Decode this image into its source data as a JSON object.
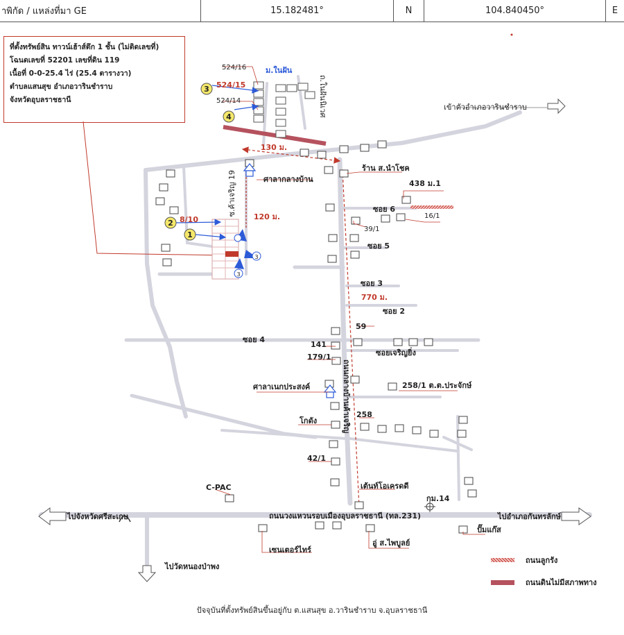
{
  "header": {
    "source_label": "าพิกัด / แหล่งที่มา  GE",
    "latitude": "15.182481°",
    "lat_dir": "N",
    "longitude": "104.840450°",
    "lon_dir": "E"
  },
  "info": {
    "line1": "ที่ตั้งทรัพย์สิน  ทาวน์เฮ้าส์ตึก 1 ชั้น (ไม่ติดเลขที่)",
    "line2": "โฉนดเลขที่  52201    เลขที่ดิน  119",
    "line3": "เนื้อที่  0-0-25.4 ไร่  (25.4  ตารางวา)",
    "line4": "ตำบลแสนสุข   อำเภอวารินชำราบ",
    "line5": "จังหวัดอุบลราชธานี"
  },
  "labels": {
    "to_town": "เข้าตัวอำเภอวารินชำราบ",
    "moo_village": "ม.ในฝัน",
    "house_52416": "524/16",
    "house_52415": "524/15",
    "house_52414": "524/14",
    "street_vertical": "ถ.ในฝันนิเวศ",
    "dist_130": "130 ม.",
    "dist_120": "120 ม.",
    "dist_770": "770 ม.",
    "soi_charoen19": "ซ.ค้าเจริญ 19",
    "sala_klang": "ศาลากลางบ้าน",
    "shop_name": "ร้าน ส.นำโชค",
    "house_438": "438 ม.1",
    "soi6": "ซอย 6",
    "house_391": "39/1",
    "house_161": "16/1",
    "soi5": "ซอย 5",
    "soi3": "ซอย 3",
    "soi2": "ซอย 2",
    "soi4": "ซอย 4",
    "house_810": "8/10",
    "house_59": "59",
    "house_141": "141",
    "house_1791": "179/1",
    "soi_charoenying": "ซอยเจริญยิ่ง",
    "sala_anek": "ศาลาเนกประสงค์",
    "house_2581": "258/1 ต.ต.ประจักษ์",
    "main_road": "ถนนกลางบ้านค้าเจริญ",
    "kodang": "โกดัง",
    "house_258": "258",
    "house_421": "42/1",
    "cpac": "C-PAC",
    "tent": "เต้นท์โอเครดดี",
    "km14": "กม.14",
    "ring_road": "ถนนวงแหวนรอบเมืองอุบลราชธานี (ทล.231)",
    "to_sisaket": "ไปจังหวัดศรีสะเกษ",
    "to_kanthararak": "ไปอำเภอกันทรลักษ์",
    "central": "เซนเตอร์ไทร์",
    "garage": "อู่ ส.ไพบูลย์",
    "gas": "ปั๊มแก๊ส",
    "to_wat": "ไปวัดหนองป่าพง",
    "m1": "1",
    "m2": "2",
    "m3": "3",
    "m4": "4"
  },
  "legend": {
    "gravel_road": "ถนนลูกรัง",
    "dirt_road": "ถนนดินไม่มีสภาพทาง"
  },
  "colors": {
    "road": "#d4d4de",
    "accent_red": "#c0392b",
    "marker_blue": "#2d5bd8",
    "marker_yellow": "#f5e86a"
  },
  "footer": "ปัจจุบันที่ตั้งทรัพย์สินขึ้นอยู่กับ ต.แสนสุข อ.วารินชำราบ จ.อุบลราชธานี"
}
